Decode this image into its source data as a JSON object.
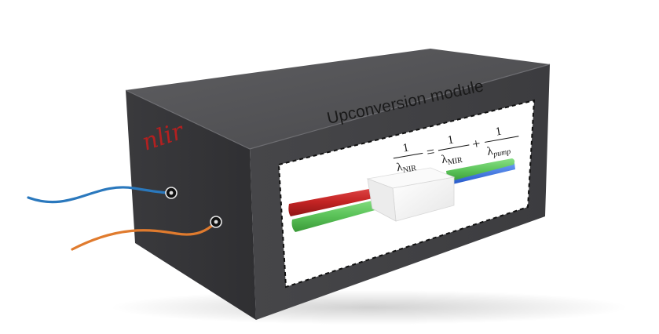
{
  "module": {
    "label": "Upconversion module",
    "brand": "nlir"
  },
  "equation": {
    "term_nir": {
      "numerator": "1",
      "symbol": "λ",
      "subscript": "NIR"
    },
    "equals": "=",
    "term_mir": {
      "numerator": "1",
      "symbol": "λ",
      "subscript": "MIR"
    },
    "plus": "+",
    "term_pump": {
      "numerator": "1",
      "symbol": "λ",
      "subscript": "pump"
    }
  },
  "colors": {
    "box_front": "#3f3f42",
    "box_side": "#2e2e31",
    "box_top": "#555558",
    "cable_top": "#2a78bd",
    "cable_bottom": "#e07b2e",
    "beam_red": "#c92a2a",
    "beam_green": "#5cc45a",
    "beam_blue": "#2f6fe0",
    "crystal": "#f4f4f4",
    "brand": "#b32020"
  }
}
